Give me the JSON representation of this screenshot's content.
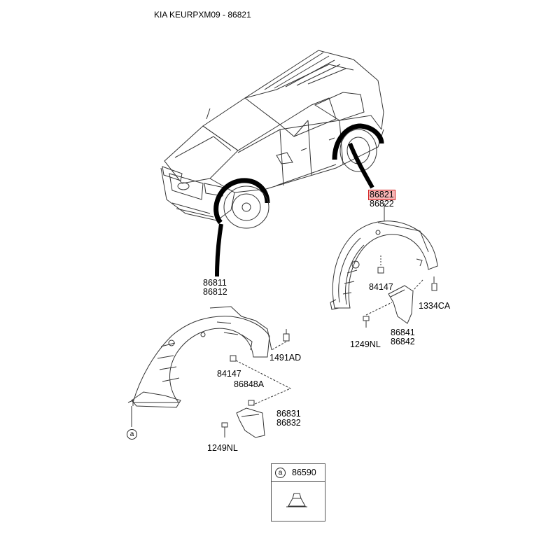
{
  "header": {
    "title": "KIA KEURPXM09 - 86821"
  },
  "labels": {
    "rear_upper": "86821",
    "rear_lower": "86822",
    "front_upper": "86811",
    "front_lower": "86812",
    "rear_clip": "84147",
    "rear_screw": "1334CA",
    "rear_flap_upper": "86841",
    "rear_flap_lower": "86842",
    "rear_bolt": "1249NL",
    "front_screw": "1491AD",
    "front_clip": "84147",
    "front_nut": "86848A",
    "front_flap_upper": "86831",
    "front_flap_lower": "86832",
    "front_bolt": "1249NL",
    "callout_a": "a",
    "legend_a": "a",
    "legend_part": "86590"
  },
  "highlight_color": "#f7b6b6",
  "highlight_border": "#d42020"
}
